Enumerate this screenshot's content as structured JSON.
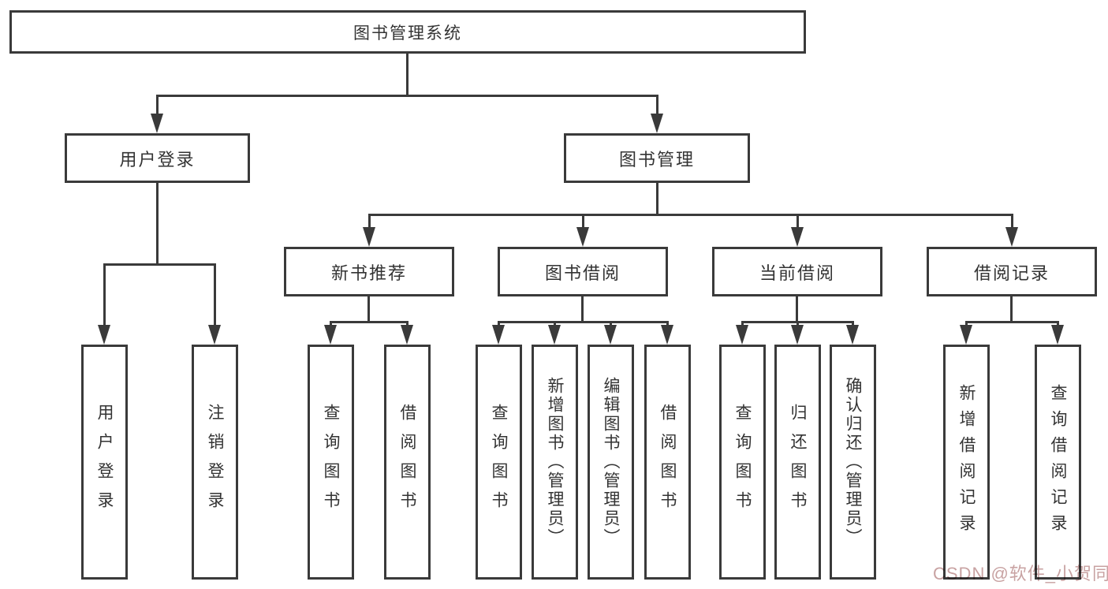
{
  "tree": {
    "root": {
      "label": "图书管理系统"
    },
    "login": {
      "label": "用户登录",
      "children": [
        {
          "label": "用户登录"
        },
        {
          "label": "注销登录"
        }
      ]
    },
    "management": {
      "label": "图书管理",
      "children": [
        {
          "label": "新书推荐",
          "children": [
            {
              "label": "查询图书"
            },
            {
              "label": "借阅图书"
            }
          ]
        },
        {
          "label": "图书借阅",
          "children": [
            {
              "label": "查询图书"
            },
            {
              "label": "新增图书（管理员）"
            },
            {
              "label": "编辑图书（管理员）"
            },
            {
              "label": "借阅图书"
            }
          ]
        },
        {
          "label": "当前借阅",
          "children": [
            {
              "label": "查询图书"
            },
            {
              "label": "归还图书"
            },
            {
              "label": "确认归还（管理员）"
            }
          ]
        },
        {
          "label": "借阅记录",
          "children": [
            {
              "label": "新增借阅记录"
            },
            {
              "label": "查询借阅记录"
            }
          ]
        }
      ]
    }
  },
  "watermark": {
    "text": "CSDN @软件_小贺同学"
  },
  "colors": {
    "line": "#3a3a3a",
    "text": "#333333",
    "background": "#ffffff",
    "watermark": "#c8a2a2"
  }
}
